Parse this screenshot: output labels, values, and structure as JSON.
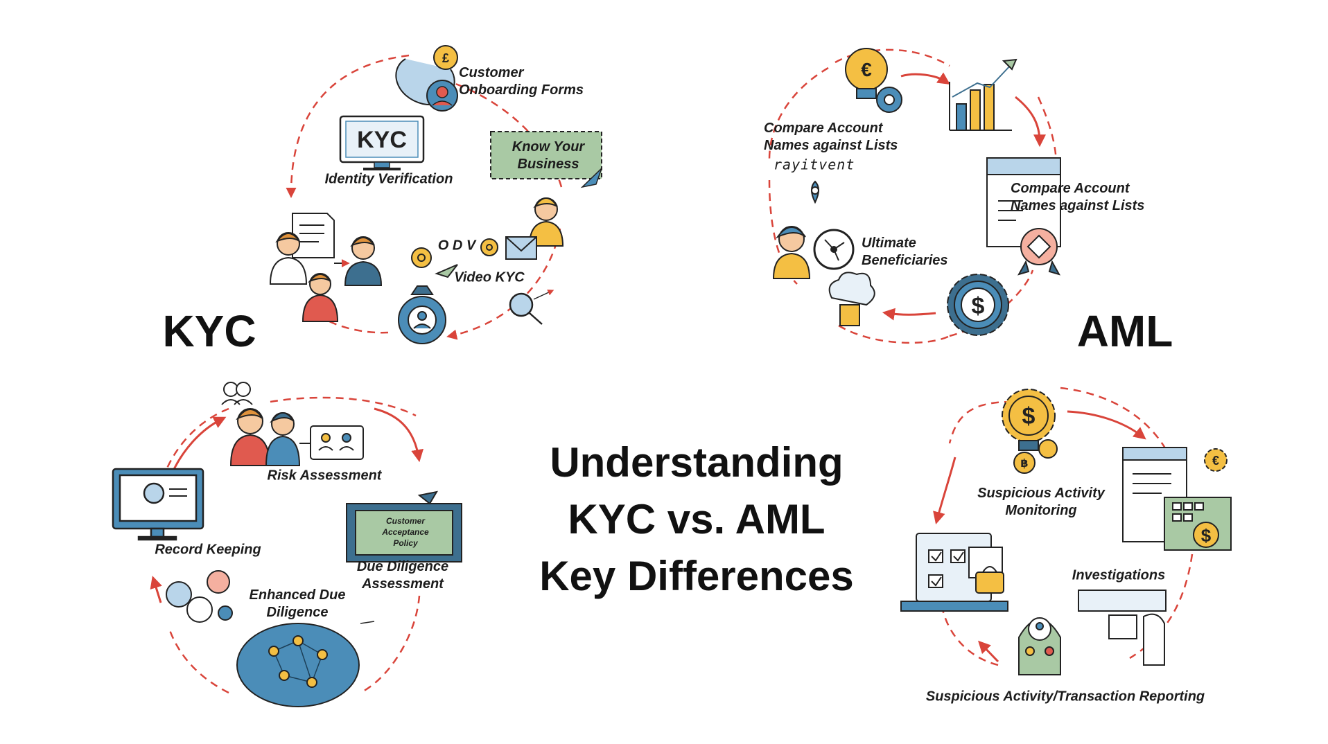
{
  "title": {
    "line1": "Understanding",
    "line2": "KYC vs. AML",
    "line3": "Key Differences"
  },
  "sections": {
    "kyc": "KYC",
    "aml": "AML"
  },
  "kyc_top": {
    "monitor_text": "KYC",
    "onboarding": "Customer\nOnboarding Forms",
    "identity": "Identity Verification",
    "kyb": "Know Your\nBusiness",
    "odv": "O D V",
    "video": "Video KYC",
    "currency_symbol": "£"
  },
  "kyc_bottom": {
    "risk": "Risk Assessment",
    "record": "Record Keeping",
    "cap": "Customer\nAcceptance\nPolicy",
    "due": "Due Diligence\nAssessment",
    "edd": "Enhanced Due\nDiligence"
  },
  "aml_top": {
    "compare1": "Compare Account\nNames against Lists",
    "scribble": "rayitvent",
    "compare2": "Compare Account\nNames against Lists",
    "ubo": "Ultimate\nBeneficiaries",
    "coin_symbol": "€",
    "dollar": "$"
  },
  "aml_bottom": {
    "sam": "Suspicious Activity\nMonitoring",
    "invest": "Investigations",
    "sar": "Suspicious Activity/Transaction Reporting",
    "dollar": "$",
    "baht": "฿",
    "euro": "€"
  },
  "colors": {
    "dash_red": "#d9443a",
    "yellow": "#f4bf43",
    "blue": "#4b8db8",
    "teal": "#3d6f8f",
    "green": "#a9c9a4",
    "skin": "#f5c9a0",
    "hair": "#e0923b",
    "red_shirt": "#e05a4f"
  }
}
